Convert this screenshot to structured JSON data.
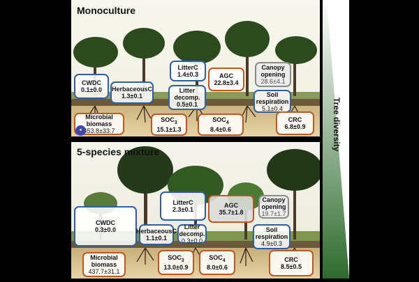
{
  "side_label": "Tree diversity",
  "panels": [
    {
      "title": "Monoculture",
      "boxes": [
        {
          "id": "cwdc",
          "label": "CWDC",
          "value": "0.1±0.0"
        },
        {
          "id": "herbaceousc",
          "label": "HerbaceousC",
          "value": "1.3±0.1"
        },
        {
          "id": "litterc",
          "label": "LitterC",
          "value": "1.4±0.3"
        },
        {
          "id": "litter_decomp",
          "label": "Litter decomp.",
          "value": "0.5±0.1"
        },
        {
          "id": "agc",
          "label": "AGC",
          "value": "22.8±3.4"
        },
        {
          "id": "canopy_opening",
          "label": "Canopy opening",
          "value": "28.6±4.1"
        },
        {
          "id": "soil_respiration",
          "label": "Soil respiration",
          "value": "5.1±0.4"
        },
        {
          "id": "microbial_biomass",
          "label": "Microbial biomass",
          "value": "453.8±33.7"
        },
        {
          "id": "soc3",
          "label": "SOC3",
          "value": "15.1±1.3"
        },
        {
          "id": "soc4",
          "label": "SOC4",
          "value": "8.4±0.6"
        },
        {
          "id": "crc",
          "label": "CRC",
          "value": "6.8±0.9"
        }
      ]
    },
    {
      "title": "5-species mixture",
      "boxes": [
        {
          "id": "cwdc",
          "label": "CWDC",
          "value": "0.3±0.0"
        },
        {
          "id": "herbaceousc",
          "label": "HerbaceousC",
          "value": "1.1±0.1"
        },
        {
          "id": "litterc",
          "label": "LitterC",
          "value": "2.3±0.1"
        },
        {
          "id": "litter_decomp",
          "label": "Litter decomp.",
          "value": "0.3±0.0"
        },
        {
          "id": "agc",
          "label": "AGC",
          "value": "35.7±1.8"
        },
        {
          "id": "canopy_opening",
          "label": "Canopy opening",
          "value": "19.7±1.7"
        },
        {
          "id": "soil_respiration",
          "label": "Soil respiration",
          "value": "4.9±0.3"
        },
        {
          "id": "microbial_biomass",
          "label": "Microbial biomass",
          "value": "437.7±31.1"
        },
        {
          "id": "soc3",
          "label": "SOC3",
          "value": "13.0±0.9"
        },
        {
          "id": "soc4",
          "label": "SOC4",
          "value": "8.0±0.6"
        },
        {
          "id": "crc",
          "label": "CRC",
          "value": "8.5±0.5"
        }
      ]
    }
  ],
  "colors": {
    "blue_border": "#2f5f9e",
    "orange_border": "#c0571f",
    "gray_border": "#8a8a8a",
    "diversity_gradient_top": "#ffffff",
    "diversity_gradient_bottom": "#2e6b2e"
  }
}
